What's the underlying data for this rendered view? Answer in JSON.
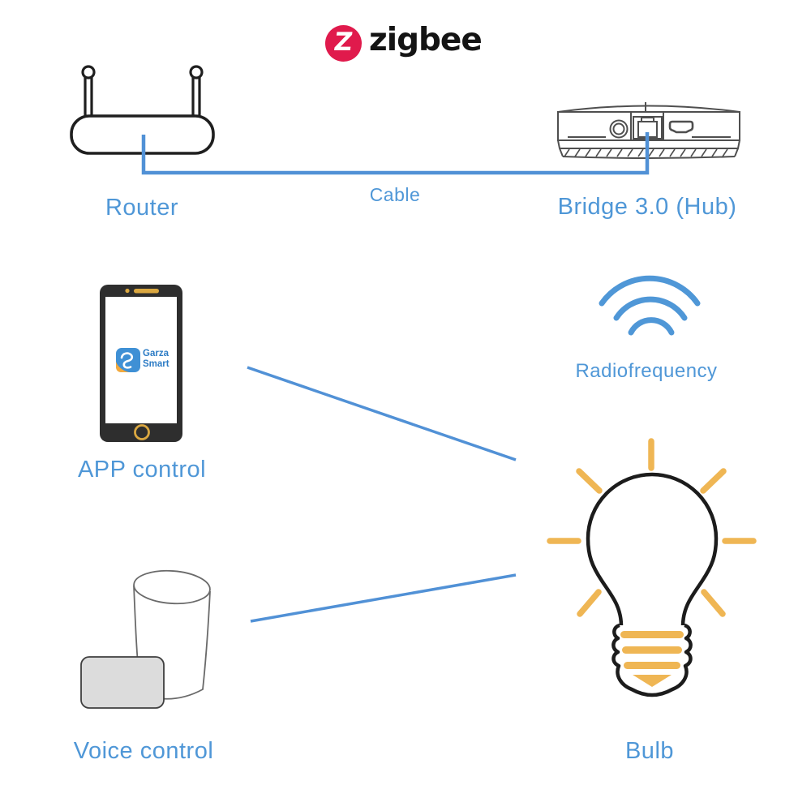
{
  "brand": {
    "wordmark": "zigbee",
    "logo_letter": "Z"
  },
  "colors": {
    "accent": "#4f97d7",
    "line": "#5191d6",
    "zigbee_red": "#e01a4c",
    "ray_yellow": "#efb654",
    "phone_gold": "#dba841",
    "ink": "#1f1f1f",
    "device_gray": "#4f4f4f"
  },
  "labels": {
    "router": "Router",
    "cable": "Cable",
    "bridge": "Bridge 3.0 (Hub)",
    "app_control": "APP control",
    "radiofrequency": "Radiofrequency",
    "voice_control": "Voice control",
    "bulb": "Bulb"
  },
  "phone": {
    "app_name_line1": "Garza",
    "app_name_line2": "Smart"
  }
}
